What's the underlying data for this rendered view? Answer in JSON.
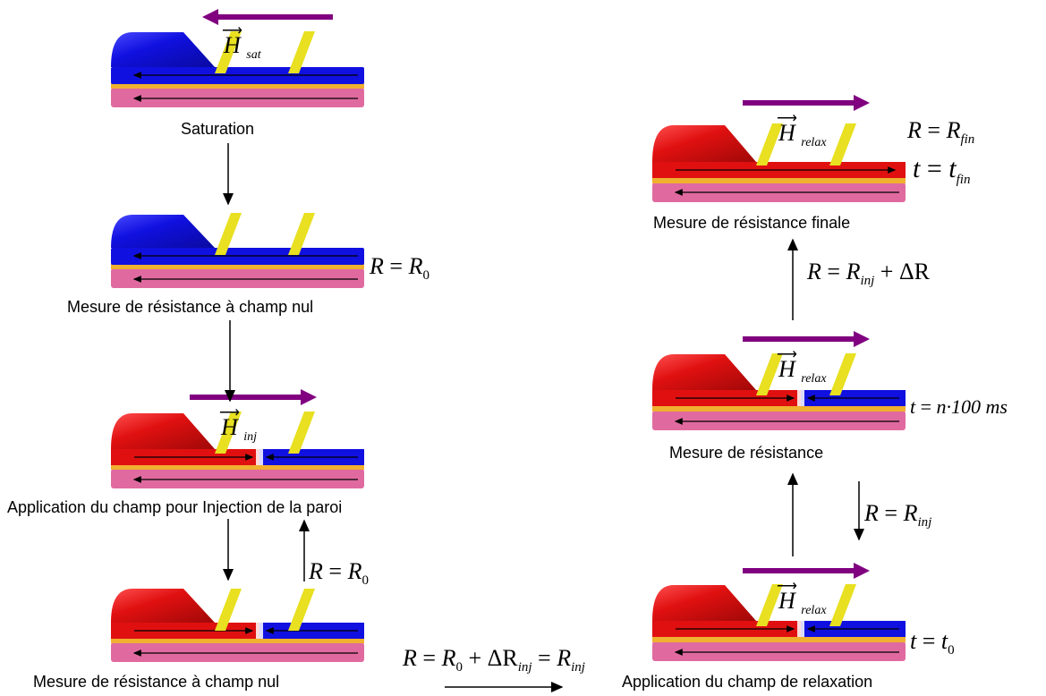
{
  "steps": {
    "saturation": {
      "label": "Saturation",
      "field_sub": "sat"
    },
    "zero_field": {
      "label": "Mesure de résistance à champ nul"
    },
    "injection": {
      "label": "Application du champ pour Injection de la paroi",
      "field_sub": "inj"
    },
    "zero_field_2": {
      "label": "Mesure de résistance à champ nul"
    },
    "relaxation": {
      "label": "Application du champ de relaxation",
      "field_sub": "relax"
    },
    "measure": {
      "label": "Mesure de résistance",
      "field_sub": "relax"
    },
    "final": {
      "label": "Mesure de résistance finale",
      "field_sub": "relax"
    }
  },
  "field_symbol": "H",
  "equations": {
    "r0": {
      "lhs": "R",
      "rhs": "R",
      "sub": "0"
    },
    "r0_back": {
      "lhs": "R",
      "rhs": "R",
      "sub": "0"
    },
    "transfer": {
      "a": "R",
      "b": "R",
      "b_sub": "0",
      "c": "+ ΔR",
      "c_sub": "inj",
      "d": "R",
      "d_sub": "inj"
    },
    "rinj": {
      "lhs": "R",
      "rhs": "R",
      "sub": "inj"
    },
    "t0": {
      "lhs": "t",
      "rhs": "t",
      "sub": "0"
    },
    "tn": {
      "lhs": "t",
      "rhs": "n·100",
      "unit": "ms"
    },
    "rdelta": {
      "lhs": "R",
      "rhs": "R",
      "sub": "inj",
      "tail": "+ ΔR"
    },
    "rfin": {
      "lhs": "R",
      "rhs": "R",
      "sub": "fin"
    },
    "tfin": {
      "lhs": "t",
      "rhs": "t",
      "sub": "fin"
    }
  },
  "colors": {
    "magnetization_up": "#1010e0",
    "magnetization_down": "#e01010",
    "field_arrow": "#800080",
    "contact": "#e8e020",
    "spacer": "#f0b030",
    "bottom_layer": "#e06aa0"
  }
}
